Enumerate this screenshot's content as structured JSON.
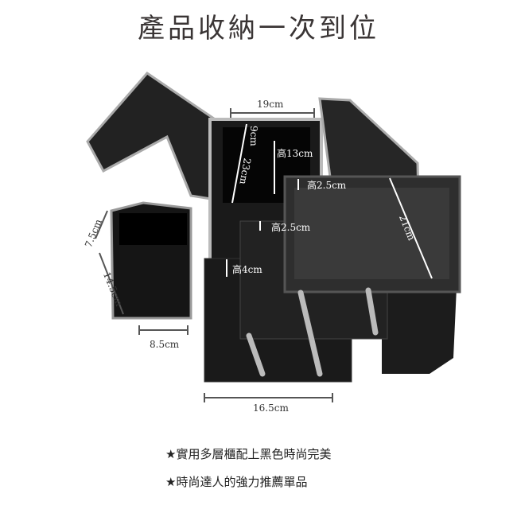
{
  "title": "產品收納一次到位",
  "dimensions": {
    "width_top": "19cm",
    "depth_9": "9cm",
    "height_23": "23cm",
    "inner_height_13": "高13cm",
    "tray1_height": "高2.5cm",
    "tray1_length": "21cm",
    "tray2_height": "高2.5cm",
    "bottom_height": "高4cm",
    "bottom_width": "16.5cm",
    "box_top": "7.5cm",
    "box_height": "14.5cm",
    "box_width": "8.5cm"
  },
  "features": [
    "★實用多層櫃配上黑色時尚完美",
    "★時尚達人的強力推薦單品"
  ]
}
